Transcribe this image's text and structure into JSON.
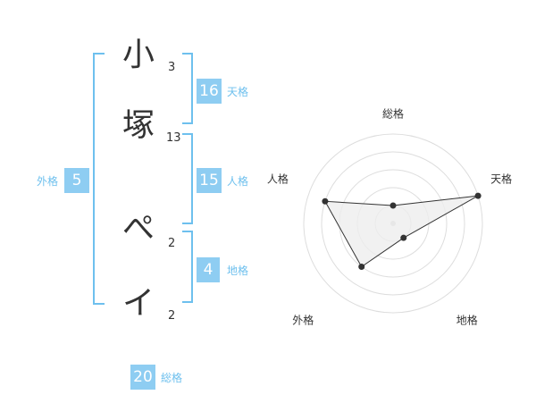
{
  "name": {
    "characters": [
      {
        "char": "小",
        "strokes": "3"
      },
      {
        "char": "塚",
        "strokes": "13"
      },
      {
        "char": "ぺ",
        "strokes": "2"
      },
      {
        "char": "イ",
        "strokes": "2"
      }
    ]
  },
  "fortunes": {
    "tenkaku": {
      "label": "天格",
      "value": "16"
    },
    "jinkaku": {
      "label": "人格",
      "value": "15"
    },
    "chikaku": {
      "label": "地格",
      "value": "4"
    },
    "gaikaku": {
      "label": "外格",
      "value": "5"
    },
    "soukaku": {
      "label": "総格",
      "value": "20"
    }
  },
  "colors": {
    "accent": "#8ecdf2",
    "bracket": "#6ec0ee",
    "text": "#333333",
    "grid": "#dddddd",
    "fill": "#eeeeee"
  },
  "chart_data": {
    "type": "radar",
    "axes": [
      "総格",
      "天格",
      "地格",
      "外格",
      "人格"
    ],
    "values": [
      1,
      5,
      1,
      3,
      4
    ],
    "max": 5,
    "grid": true
  }
}
